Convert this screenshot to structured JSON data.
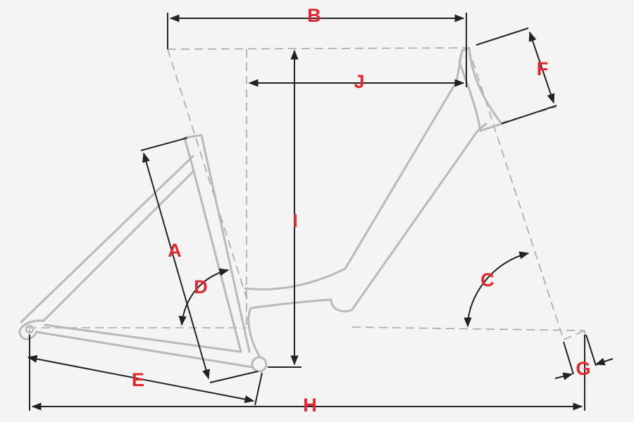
{
  "colors": {
    "background": "#f4f4f4",
    "frame": "#b9b9b9",
    "reference": "#a8a8a8",
    "dimension": "#222222",
    "label": "#e3262f"
  },
  "labels": {
    "a": "A",
    "b": "B",
    "c": "C",
    "d": "D",
    "e": "E",
    "f": "F",
    "g": "G",
    "h": "H",
    "i": "I",
    "j": "J"
  }
}
